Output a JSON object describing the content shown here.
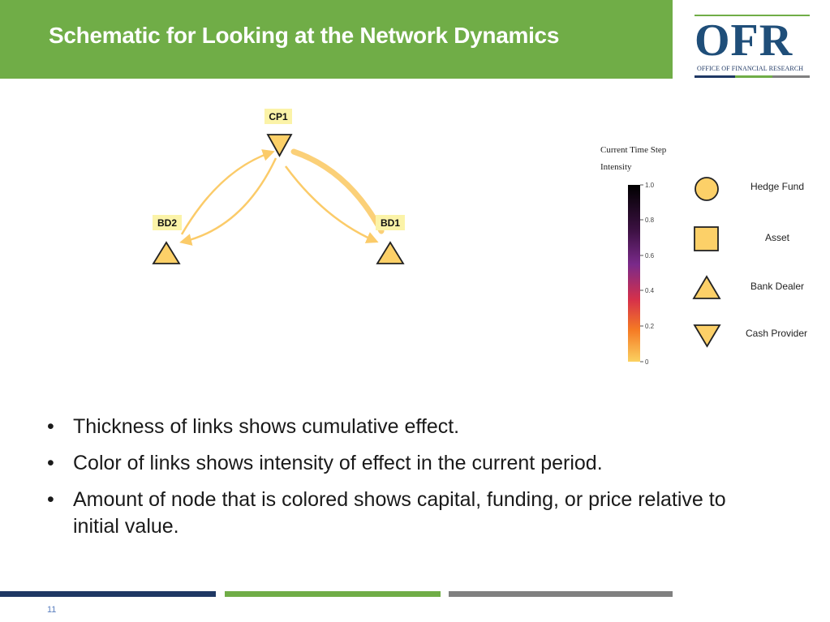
{
  "title": "Schematic for Looking at the Network Dynamics",
  "logo": {
    "letters": "OFR",
    "subtitle": "OFFICE OF FINANCIAL RESEARCH",
    "colors": {
      "letters": "#1f4e79",
      "rule": "#70ad47",
      "stripe_1": "#1f3864",
      "stripe_2": "#70ad47",
      "stripe_3": "#808080"
    }
  },
  "network": {
    "nodes": [
      {
        "id": "CP1",
        "label": "CP1",
        "shape": "triangle-down"
      },
      {
        "id": "BD2",
        "label": "BD2",
        "shape": "triangle-up"
      },
      {
        "id": "BD1",
        "label": "BD1",
        "shape": "triangle-up"
      }
    ],
    "links": [
      {
        "from": "BD2",
        "to": "CP1",
        "relative_thickness": "thin"
      },
      {
        "from": "CP1",
        "to": "BD2",
        "relative_thickness": "thin"
      },
      {
        "from": "BD1",
        "to": "CP1",
        "relative_thickness": "thick"
      },
      {
        "from": "CP1",
        "to": "BD1",
        "relative_thickness": "thin"
      }
    ],
    "node_fill_color": "#fcd068",
    "label_bg_color": "#fbf3a8",
    "link_color": "#fbcb69"
  },
  "colorbar": {
    "title_line1": "Current Time Step",
    "title_line2": "Intensity",
    "ticks": [
      "1.0",
      "0.8",
      "0.6",
      "0.4",
      "0.2",
      "0"
    ],
    "gradient": [
      "#000000",
      "#3a1040",
      "#7a2a8a",
      "#d6304a",
      "#f57a24",
      "#fbd160"
    ]
  },
  "legend": [
    {
      "shape": "circle",
      "label": "Hedge Fund"
    },
    {
      "shape": "square",
      "label": "Asset"
    },
    {
      "shape": "triangle-up",
      "label": "Bank Dealer"
    },
    {
      "shape": "triangle-down",
      "label": "Cash Provider"
    }
  ],
  "bullets": [
    "Thickness of links shows cumulative effect.",
    "Color of links shows intensity of effect in the current period.",
    "Amount of node that is colored shows capital, funding, or price relative to initial value."
  ],
  "bullet_symbol": "•",
  "footer": {
    "colors": [
      "#1f3864",
      "#70ad47",
      "#808080"
    ]
  },
  "page_number": "11",
  "colors": {
    "title_bar": "#70ad47",
    "title_text": "#ffffff"
  }
}
